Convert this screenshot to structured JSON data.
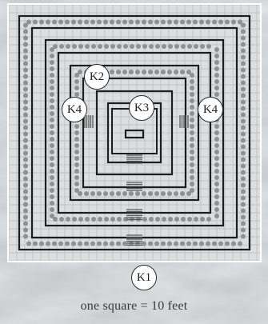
{
  "map": {
    "callouts": [
      {
        "id": "k1",
        "label": "K1"
      },
      {
        "id": "k2",
        "label": "K2"
      },
      {
        "id": "k3",
        "label": "K3"
      },
      {
        "id": "k4-left",
        "label": "K4"
      },
      {
        "id": "k4-right",
        "label": "K4"
      }
    ],
    "scale_note": "one square = 10 feet",
    "colors": {
      "background": "#c9cccf",
      "floor": "#dcdedf",
      "grid": "#b7babd",
      "wall": "#1e1e1e",
      "pillar": "#8e9194",
      "stairs": "#5a5a5a"
    }
  }
}
